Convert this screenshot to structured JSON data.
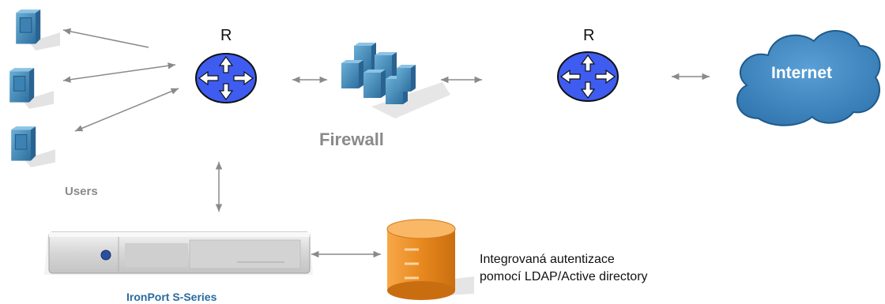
{
  "routers": [
    {
      "label": "R"
    },
    {
      "label": "R"
    }
  ],
  "firewall": {
    "label": "Firewall"
  },
  "users": {
    "label": "Users"
  },
  "internet": {
    "label": "Internet"
  },
  "appliance": {
    "label": "IronPort S-Series"
  },
  "directory": {
    "line1": "Integrovaná autentizace",
    "line2": "pomocí LDAP/Active directory"
  },
  "colors": {
    "router": "#3e5cf0",
    "cloud": "#3a84c0",
    "workstation": "#4a8fbf",
    "database": "#f0952a",
    "arrow": "#8a8a8a"
  },
  "icons": [
    "workstation-icon",
    "router-icon",
    "firewall-icon",
    "cloud-icon",
    "appliance-icon",
    "database-icon"
  ]
}
